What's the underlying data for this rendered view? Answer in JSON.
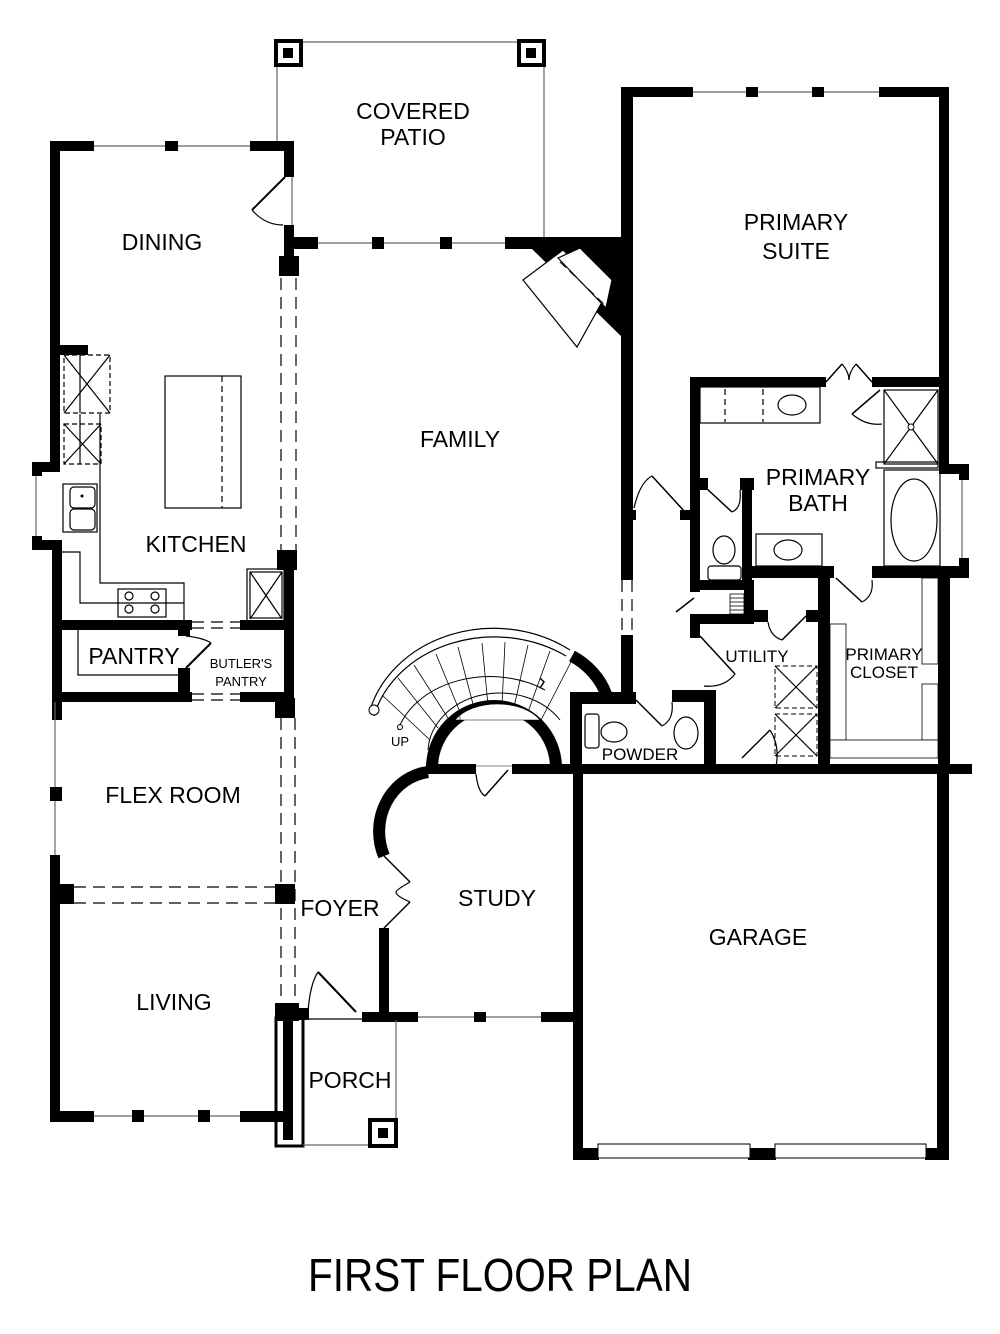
{
  "plan": {
    "title": "FIRST FLOOR PLAN",
    "colors": {
      "walls": "#000000",
      "background": "#ffffff",
      "fixture_lines": "#000000",
      "window_lines": "#666666"
    },
    "rooms": {
      "covered_patio": {
        "line1": "COVERED",
        "line2": "PATIO"
      },
      "primary_suite": {
        "line1": "PRIMARY",
        "line2": "SUITE"
      },
      "dining": {
        "label": "DINING"
      },
      "family": {
        "label": "FAMILY"
      },
      "kitchen": {
        "label": "KITCHEN"
      },
      "primary_bath": {
        "line1": "PRIMARY",
        "line2": "BATH"
      },
      "pantry": {
        "label": "PANTRY"
      },
      "butlers_pantry": {
        "line1": "BUTLER'S",
        "line2": "PANTRY"
      },
      "utility": {
        "label": "UTILITY"
      },
      "primary_closet": {
        "line1": "PRIMARY",
        "line2": "CLOSET"
      },
      "powder": {
        "label": "POWDER"
      },
      "flex_room": {
        "label": "FLEX ROOM"
      },
      "foyer": {
        "label": "FOYER"
      },
      "study": {
        "label": "STUDY"
      },
      "garage": {
        "label": "GARAGE"
      },
      "living": {
        "label": "LIVING"
      },
      "porch": {
        "label": "PORCH"
      }
    },
    "stair": {
      "label": "UP"
    },
    "fixtures": [
      "fireplace-family",
      "kitchen-island",
      "kitchen-sink",
      "cooktop",
      "refrigerator",
      "wall-ovens",
      "bath-vanities",
      "bathtub",
      "shower",
      "toilets",
      "washer-dryer",
      "closet-shelving",
      "garage-doors"
    ]
  }
}
